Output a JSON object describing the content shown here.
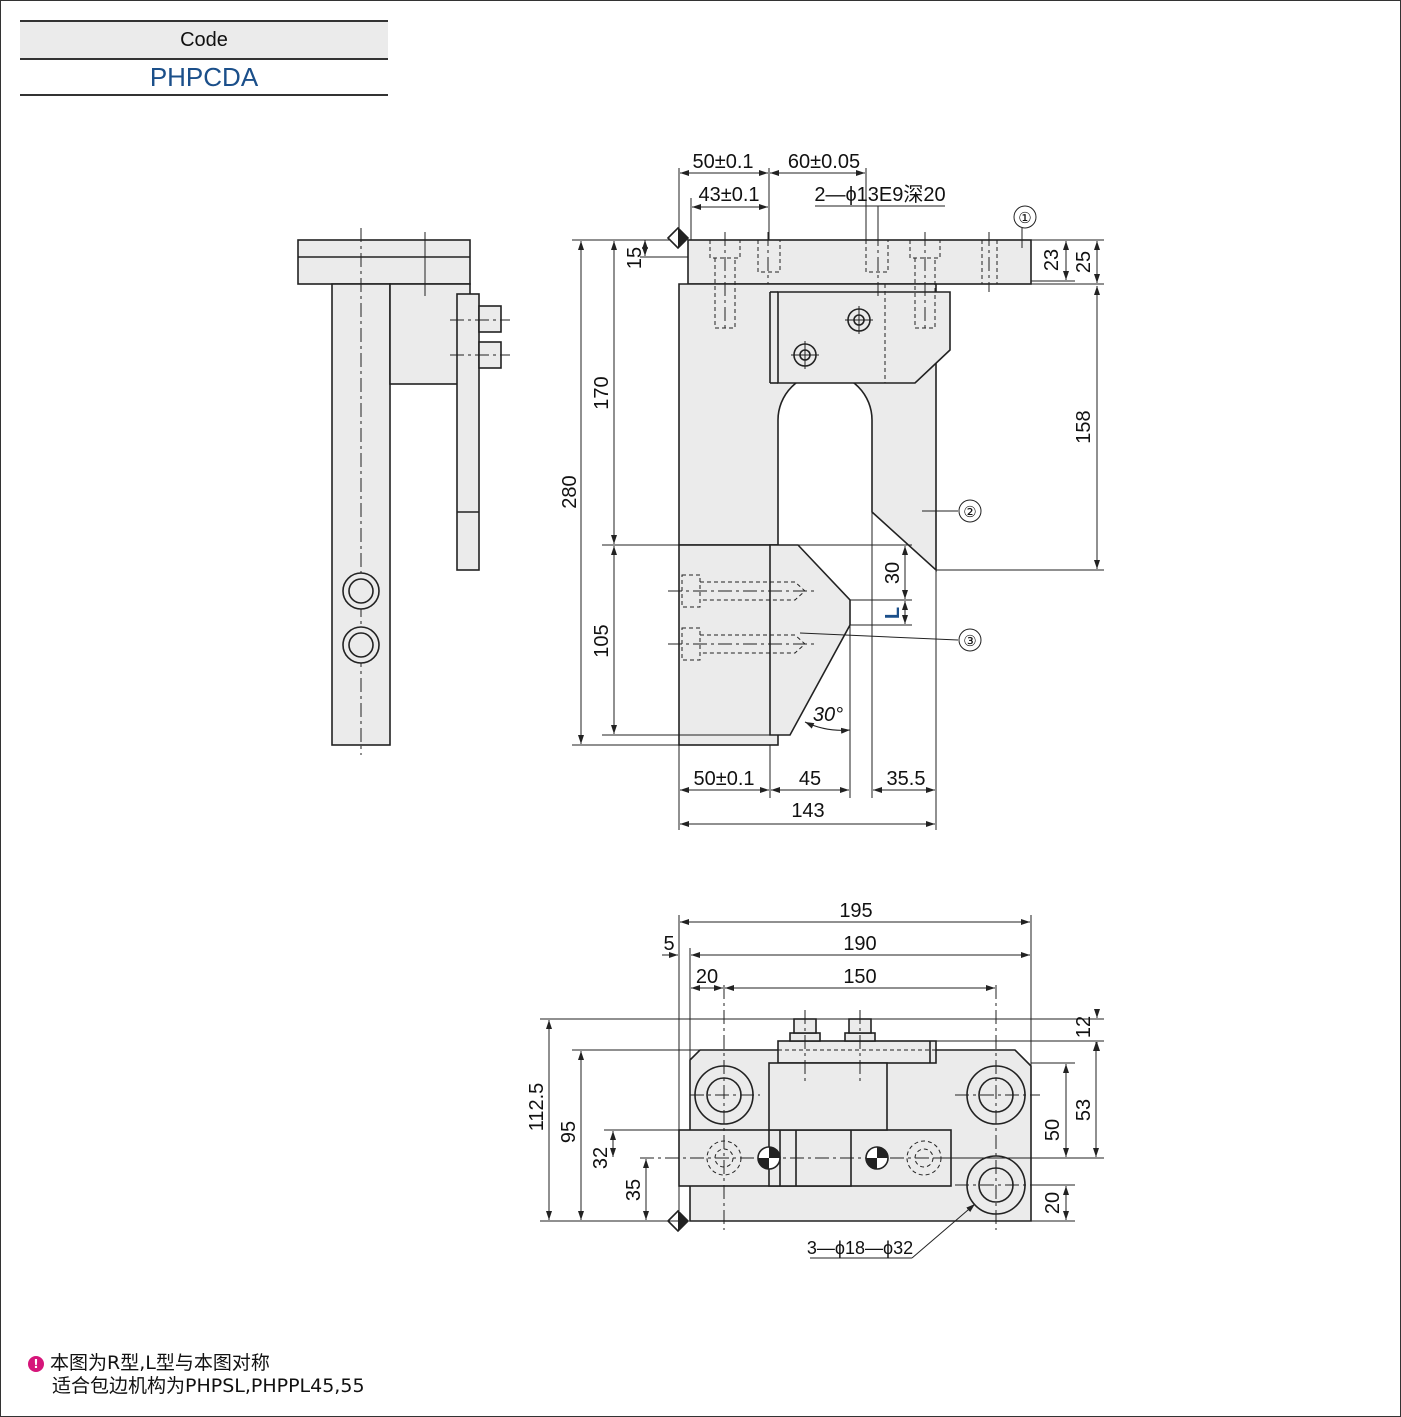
{
  "header": {
    "code_label": "Code",
    "code_value": "PHPCDA"
  },
  "front_view": {
    "dim_top_a": "50±0.1",
    "dim_top_b": "60±0.05",
    "dim_top_c": "43±0.1",
    "hole_spec": "2—ϕ13E9深20",
    "dim_15": "15",
    "dim_23": "23",
    "dim_25": "25",
    "dim_280": "280",
    "dim_170": "170",
    "dim_105": "105",
    "dim_158": "158",
    "dim_30": "30",
    "dim_L": "L",
    "angle": "30°",
    "dim_bot_a": "50±0.1",
    "dim_bot_b": "45",
    "dim_bot_c": "35.5",
    "dim_143": "143",
    "part_1": "①",
    "part_2": "②",
    "part_3": "③"
  },
  "plan_view": {
    "dim_195": "195",
    "dim_190": "190",
    "dim_5": "5",
    "dim_20_top": "20",
    "dim_150": "150",
    "dim_12": "12",
    "dim_53": "53",
    "dim_50": "50",
    "dim_20_side": "20",
    "dim_112_5": "112.5",
    "dim_95": "95",
    "dim_32": "32",
    "dim_35": "35",
    "hole_callout": "3—ϕ18—ϕ32"
  },
  "notes": {
    "line1": "本图为R型,L型与本图对称",
    "line2": "适合包边机构为PHPSL,PHPPL45,55"
  },
  "colors": {
    "fill": "#ebebeb",
    "line": "#222222",
    "accent_blue": "#1b4f8a",
    "note_pin": "#d6157a"
  }
}
